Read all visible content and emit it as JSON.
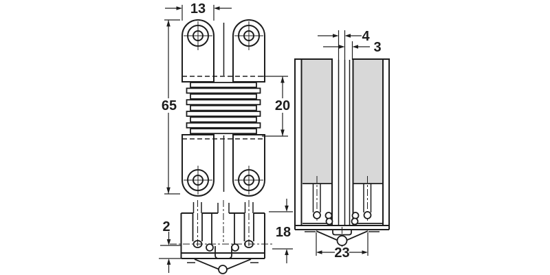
{
  "diagram": {
    "description": "Technical drawing of a concealed mortise hinge (Soss type) with installation dimensions in millimetres; front view, end view and installed cross-section between two panels",
    "colors": {
      "line": "#1d1d1d",
      "panel_fill": "#d8d8d8",
      "background": "#ffffff"
    },
    "views": [
      {
        "name": "front-view",
        "dimension_labels": [
          "13",
          "65",
          "20"
        ]
      },
      {
        "name": "end-view",
        "dimension_labels": [
          "2",
          "18"
        ]
      },
      {
        "name": "installed-section-view",
        "dimension_labels": [
          "4",
          "3",
          "23"
        ]
      }
    ],
    "labels": {
      "d13": "13",
      "d65": "65",
      "d20": "20",
      "d2": "2",
      "d18": "18",
      "d4": "4",
      "d3": "3",
      "d23": "23"
    }
  }
}
